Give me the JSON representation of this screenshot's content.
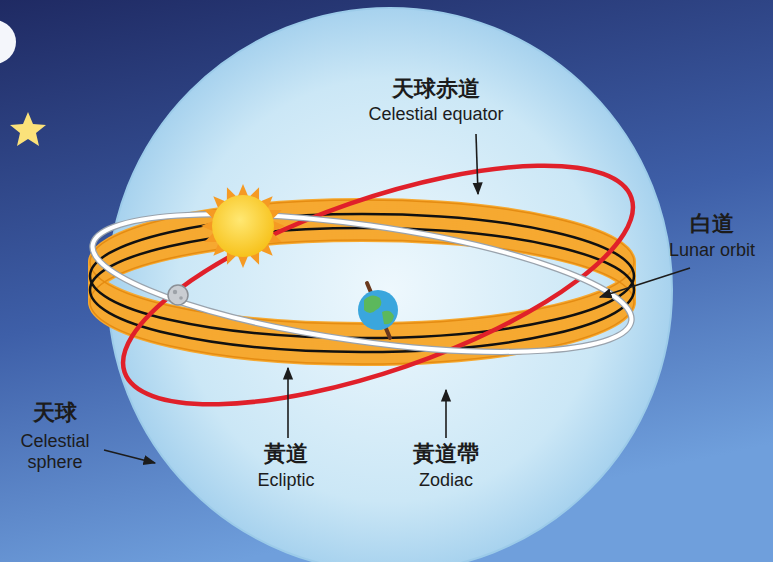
{
  "diagram": {
    "labels": [
      "天球赤道",
      "Celestial equator",
      "白道",
      "Lunar orbit",
      "天球",
      "Celestial sphere",
      "黃道",
      "Ecliptic",
      "黃道帶",
      "Zodiac"
    ]
  }
}
